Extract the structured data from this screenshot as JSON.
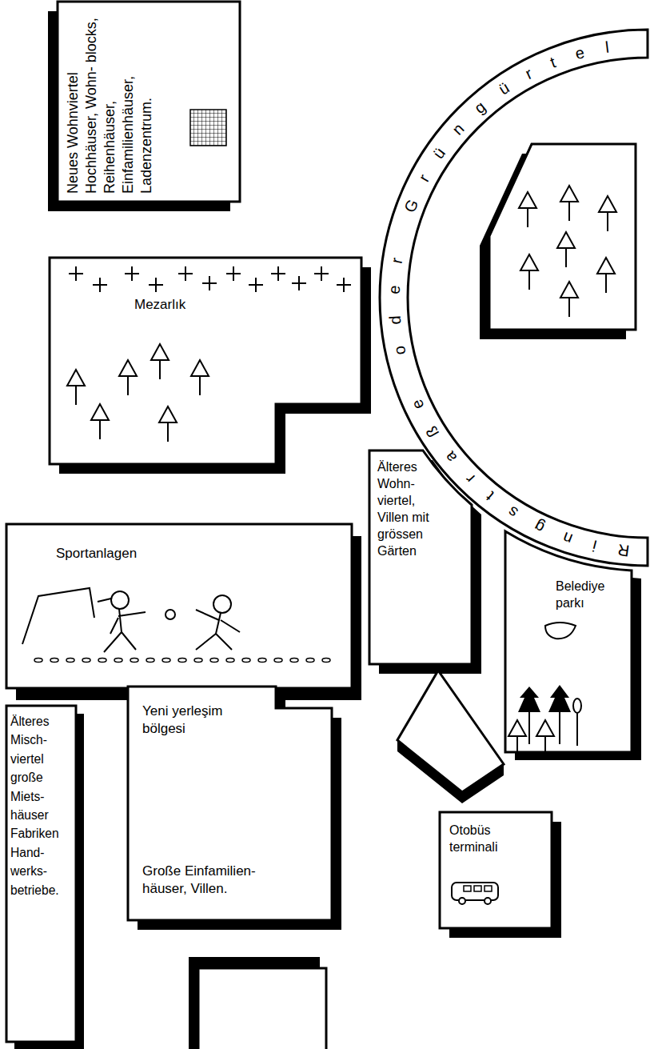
{
  "diagram": {
    "nodes": [
      {
        "text": [
          "Neues Wohnviertel Hochhäuser, Wohn- blocks, Reihenhäuser, Einfamilienhäuser, Ladenzentrum."
        ]
      },
      {
        "text": [
          "Ringstraße oder Grüngürtel"
        ]
      },
      {
        "text": [
          "Mezarlık"
        ]
      },
      {
        "text": [
          "Sportanlagen"
        ]
      },
      {
        "text": [
          "Älteres Wohn- viertel, Villen mit grössen Gärten"
        ]
      },
      {
        "text": [
          "Belediye parkı"
        ]
      },
      {
        "text": [
          "Älteres Misch- viertel große Miets- häuser Fabriken Hand- werks- betriebe."
        ]
      },
      {
        "text": [
          "Yeni yerleşim bölgesi",
          "Große Einfamilien- häuser, Villen."
        ]
      },
      {
        "text": [
          "Otobüs terminali"
        ]
      }
    ]
  }
}
